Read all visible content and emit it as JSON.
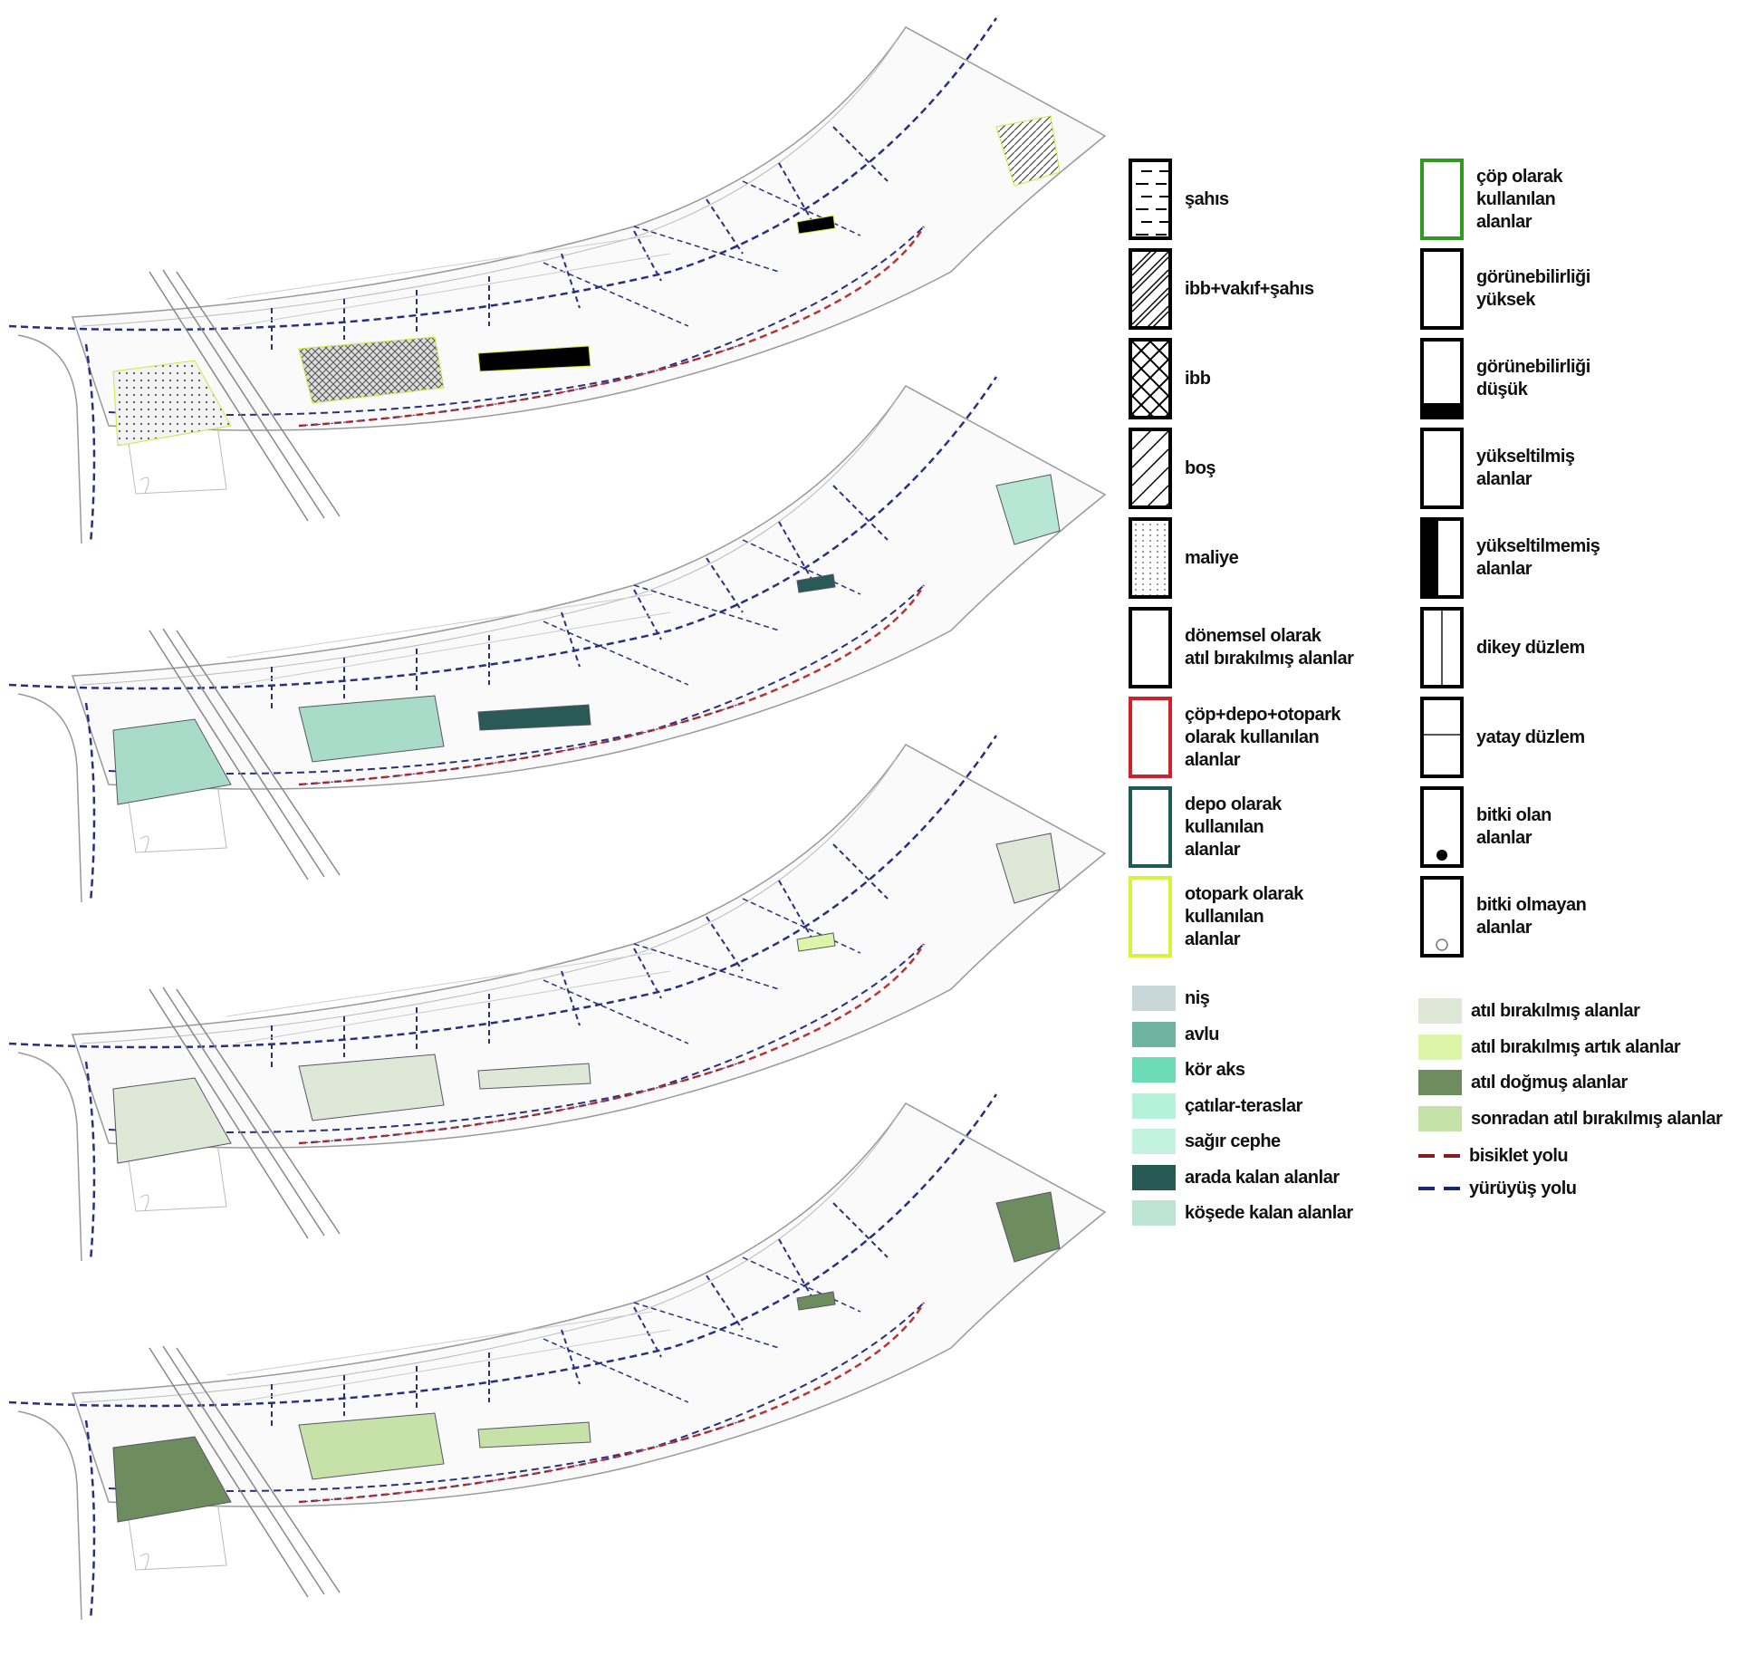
{
  "legend_boxes_left": [
    {
      "label": "şahıs",
      "pattern": "dashes",
      "border": "#000000"
    },
    {
      "label": "ibb+vakıf+şahıs",
      "pattern": "double-hatch",
      "border": "#000000"
    },
    {
      "label": "ibb",
      "pattern": "crosshatch",
      "border": "#000000"
    },
    {
      "label": "boş",
      "pattern": "hatch",
      "border": "#000000"
    },
    {
      "label": "maliye",
      "pattern": "dots",
      "border": "#000000"
    },
    {
      "label": "dönemsel olarak\natıl bırakılmış alanlar",
      "pattern": "none",
      "border": "#000000"
    },
    {
      "label": "çöp+depo+otopark\nolarak kullanılan\nalanlar",
      "pattern": "none",
      "border": "#d0202a"
    },
    {
      "label": "depo olarak\nkullanılan\nalanlar",
      "pattern": "none",
      "border": "#1e5a58"
    },
    {
      "label": "otopark olarak\nkullanılan\nalanlar",
      "pattern": "none",
      "border": "#d6f53a"
    }
  ],
  "legend_boxes_right": [
    {
      "label": "çöp olarak\nkullanılan\nalanlar",
      "pattern": "none",
      "border": "#2e9a1e"
    },
    {
      "label": "görünebilirliği\nyüksek",
      "pattern": "none",
      "border": "#000000"
    },
    {
      "label": "görünebilirliği\ndüşük",
      "pattern": "bottom-bar",
      "border": "#000000"
    },
    {
      "label": "yükseltilmiş\nalanlar",
      "pattern": "none",
      "border": "#000000"
    },
    {
      "label": "yükseltilmemiş\nalanlar",
      "pattern": "left-bar",
      "border": "#000000"
    },
    {
      "label": "dikey düzlem",
      "pattern": "vline",
      "border": "#000000"
    },
    {
      "label": "yatay düzlem",
      "pattern": "hline",
      "border": "#000000"
    },
    {
      "label": "bitki olan\nalanlar",
      "pattern": "filled-dot",
      "border": "#000000"
    },
    {
      "label": "bitki olmayan\nalanlar",
      "pattern": "open-dot",
      "border": "#000000"
    }
  ],
  "legend_swatches_left": [
    {
      "label": "niş",
      "color": "#c8d8d8"
    },
    {
      "label": "avlu",
      "color": "#6fb4a0"
    },
    {
      "label": "kör aks",
      "color": "#6ddcb6"
    },
    {
      "label": "çatılar-teraslar",
      "color": "#b4f2da"
    },
    {
      "label": "sağır cephe",
      "color": "#c4f2e0"
    },
    {
      "label": "arada kalan alanlar",
      "color": "#275a55"
    },
    {
      "label": "köşede kalan alanlar",
      "color": "#bde4d4"
    }
  ],
  "legend_swatches_right": [
    {
      "label": "atıl bırakılmış alanlar",
      "color": "#dde9d6"
    },
    {
      "label": "atıl bırakılmış artık alanlar",
      "color": "#dcf5a6"
    },
    {
      "label": "atıl doğmuş alanlar",
      "color": "#6e8d5e"
    },
    {
      "label": "sonradan atıl bırakılmış alanlar",
      "color": "#c6e2a8"
    }
  ],
  "legend_lines": [
    {
      "label": "bisiklet yolu",
      "color": "#8a1a20"
    },
    {
      "label": "yürüyüş yolu",
      "color": "#1a2480"
    }
  ],
  "maps": [
    {
      "id": "ownership",
      "patches": {
        "left": "dots",
        "mid": "crosshatch",
        "strip": "#000000",
        "right": "hatch",
        "small": "#000000"
      }
    },
    {
      "id": "space-types",
      "patches": {
        "left": "#a9dcc8",
        "mid": "#a9dcc8",
        "strip": "#2a5a58",
        "right": "#b8e6d4",
        "small": "#2a5a58"
      }
    },
    {
      "id": "abandoned",
      "patches": {
        "left": "#dde9d6",
        "mid": "#dde9d6",
        "strip": "#dde9d6",
        "right": "#dde9d6",
        "small": "#dcf5a6"
      }
    },
    {
      "id": "origin",
      "patches": {
        "left": "#6e8d5e",
        "mid": "#c6e2a8",
        "strip": "#c6e2a8",
        "right": "#6e8d5e",
        "small": "#6e8d5e"
      }
    }
  ]
}
